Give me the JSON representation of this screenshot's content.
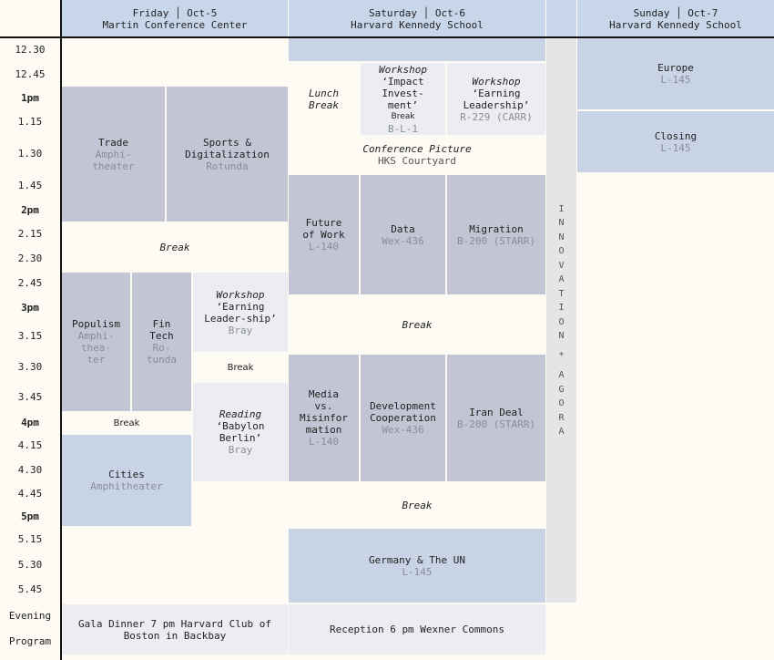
{
  "headers": {
    "friday": {
      "day": "Friday │ Oct-5",
      "venue": "Martin Conference Center"
    },
    "saturday": {
      "day": "Saturday │ Oct-6",
      "venue": "Harvard Kennedy School"
    },
    "sunday": {
      "day": "Sunday │ Oct-7",
      "venue": "Harvard Kennedy School"
    }
  },
  "times": [
    "12.30",
    "12.45",
    "1pm",
    "1.15",
    "1.30",
    "1.45",
    "2pm",
    "2.15",
    "2.30",
    "2.45",
    "3pm",
    "3.15",
    "3.30",
    "3.45",
    "4pm",
    "4.15",
    "4.30",
    "4.45",
    "5pm",
    "5.15",
    "5.30",
    "5.45",
    "Evening",
    "Program"
  ],
  "friday": {
    "trade": {
      "title": "Trade",
      "room": "Amphi-\ntheater"
    },
    "sports": {
      "title": "Sports &\nDigitalization",
      "room": "Rotunda"
    },
    "break1": "Break",
    "populism": {
      "title": "Populism",
      "room": "Amphi-\nthea-\nter"
    },
    "fintech": {
      "title": "Fin\nTech",
      "room": "Ro-\ntunda"
    },
    "workshop": {
      "kind": "Workshop",
      "title": "‘Earning\nLeader-ship’",
      "room": "Bray"
    },
    "break2": "Break",
    "break3": "Break",
    "reading": {
      "kind": "Reading",
      "title": "‘Babylon\nBerlin’",
      "room": "Bray"
    },
    "cities": {
      "title": "Cities",
      "room": "Amphitheater"
    },
    "gala": "Gala Dinner 7 pm Harvard Club of\nBoston in Backbay"
  },
  "saturday": {
    "lunch": "Lunch\nBreak",
    "ws_impact": {
      "kind": "Workshop",
      "title": "‘Impact\nInvest-\nment’",
      "break": "Break",
      "room": "B-L-1"
    },
    "ws_earning": {
      "kind": "Workshop",
      "title": "‘Earning\nLeadership’",
      "room": "R-229 (CARR)"
    },
    "picture": {
      "kind": "Conference Picture",
      "room": "HKS Courtyard"
    },
    "future": {
      "title": "Future\nof Work",
      "room": "L-140"
    },
    "data": {
      "title": "Data",
      "room": "Wex-436"
    },
    "migration": {
      "title": "Migration",
      "room": "B-200 (STARR)"
    },
    "break1": "Break",
    "media": {
      "title": "Media\nvs.\nMisinfor\nmation",
      "room": "L-140"
    },
    "development": {
      "title": "Development\nCooperation",
      "room": "Wex-436"
    },
    "iran": {
      "title": "Iran Deal",
      "room": "B-200 (STARR)"
    },
    "break2": "Break",
    "germany": {
      "title": "Germany & The UN",
      "room": "L-145"
    },
    "reception": "Reception 6 pm Wexner Commons",
    "agora": [
      "I",
      "N",
      "N",
      "O",
      "V",
      "A",
      "T",
      "I",
      "O",
      "N",
      "*",
      "A",
      "G",
      "O",
      "R",
      "A"
    ]
  },
  "sunday": {
    "europe": {
      "title": "Europe",
      "room": "L-145"
    },
    "closing": {
      "title": "Closing",
      "room": "L-145"
    }
  }
}
